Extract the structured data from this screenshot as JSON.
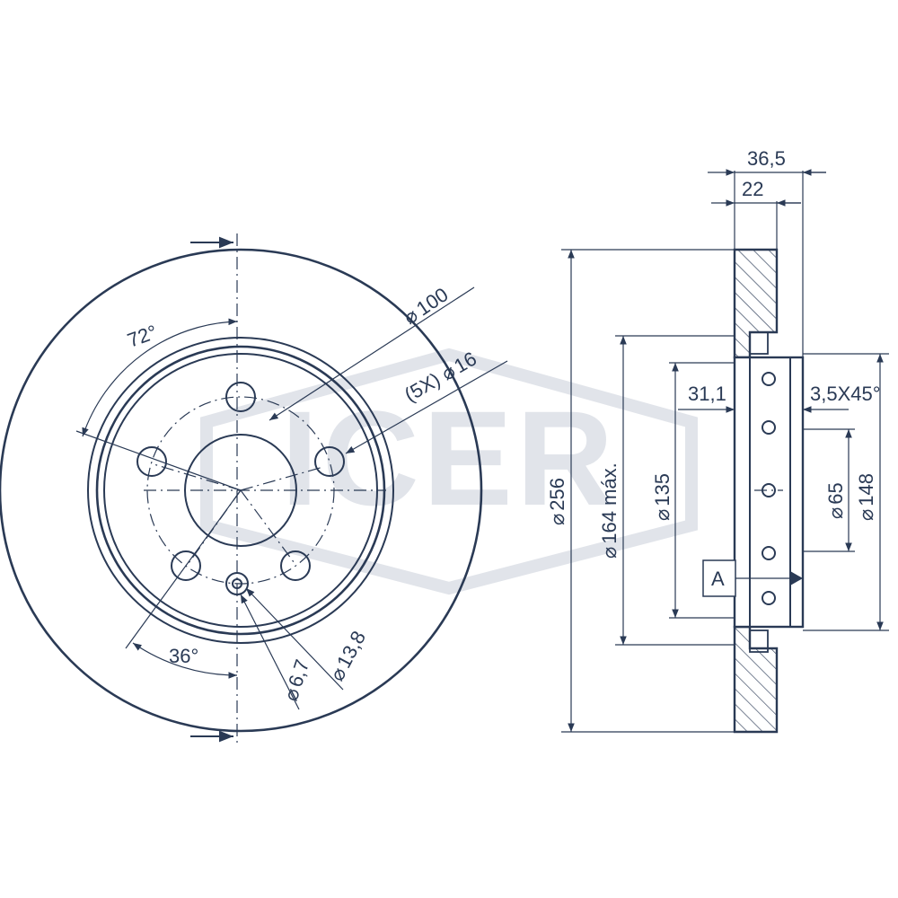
{
  "watermark": {
    "brand": "ICER"
  },
  "front_view": {
    "angle_72": "72°",
    "angle_36": "36°",
    "pcd": "100",
    "bolt_count": "(5X)",
    "bolt_hole": "16",
    "hole_small": "6,7",
    "hole_large": "13,8"
  },
  "section_view": {
    "width_total": "36,5",
    "width_disc": "22",
    "hat_depth": "31,1",
    "chamfer": "3,5X45°",
    "dia_outer": "256",
    "dia_friction": "164 máx.",
    "dia_135": "135",
    "dia_center": "65",
    "dia_148": "148",
    "datum": "A"
  },
  "symbols": {
    "diameter": "⌀"
  },
  "colors": {
    "line": "#2a3a55",
    "watermark": "#e1e4ea",
    "hatch": "#2a3a55"
  }
}
